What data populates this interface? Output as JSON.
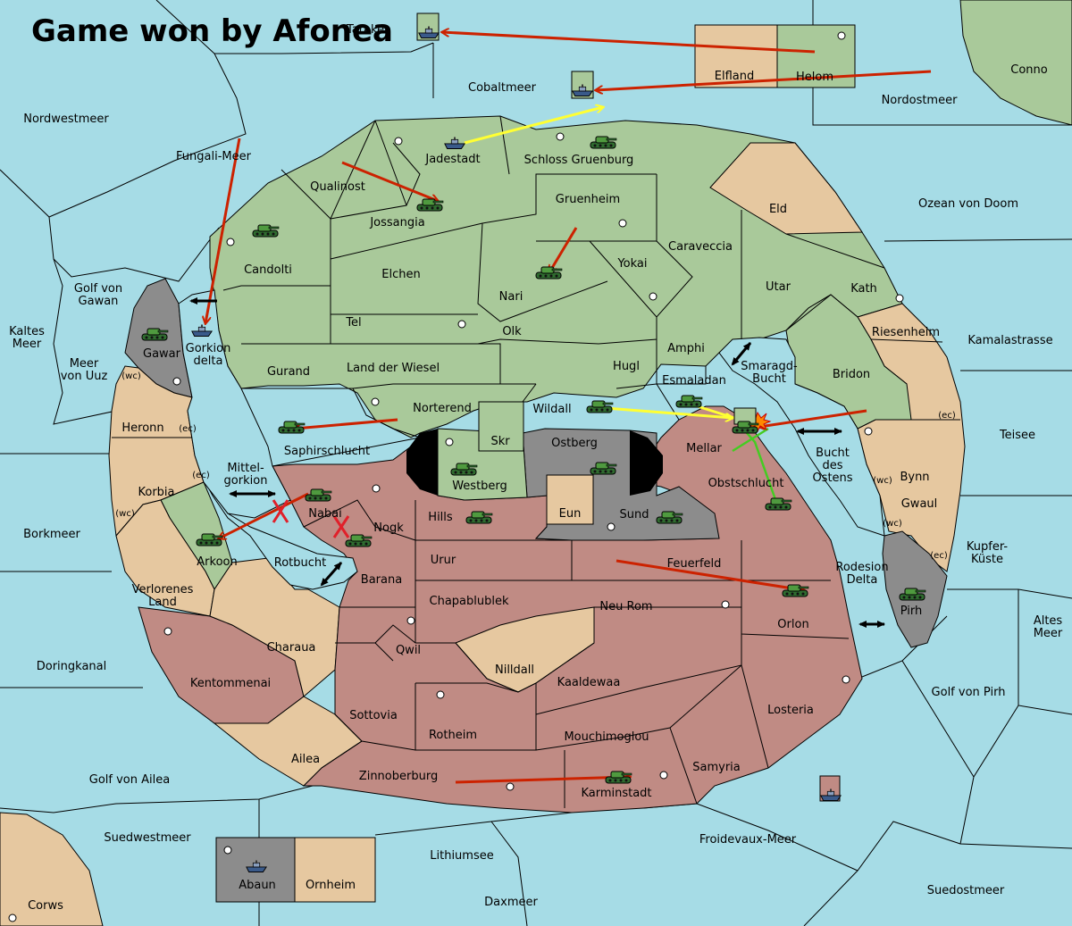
{
  "title": "Game won by Afonea",
  "colors": {
    "sea": "#a6dce6",
    "green_power": "#a9c99a",
    "red_power": "#c08b84",
    "grey_power": "#8c8c8c",
    "neutral": "#e6c8a0",
    "move_arrow": "#cc2200",
    "support_arrow": "#ffff33",
    "convoy_arrow": "#44cc22"
  },
  "provinces": {
    "Tarakea": "Tarakea",
    "Elfland": "Elfland",
    "Helom": "Helom",
    "Conno": "Conno",
    "Nordwestmeer": "Nordwestmeer",
    "Cobaltmeer": "Cobaltmeer",
    "Nordostmeer": "Nordostmeer",
    "Fungali_Meer": "Fungali-Meer",
    "Jadestadt": "Jadestadt",
    "Schloss_Gruenburg": "Schloss Gruenburg",
    "Qualinost": "Qualinost",
    "Jossangia": "Jossangia",
    "Gruenheim": "Gruenheim",
    "Eld": "Eld",
    "Ozean_von_Doom": "Ozean von Doom",
    "Candolti": "Candolti",
    "Caraveccia": "Caraveccia",
    "Elchen": "Elchen",
    "Yokai": "Yokai",
    "Golf_von_Gawan": "Golf von\nGawan",
    "Nari": "Nari",
    "Utar": "Utar",
    "Kath": "Kath",
    "Kaltes_Meer": "Kaltes\nMeer",
    "Tel": "Tel",
    "Olk": "Olk",
    "Gorkion_delta": "Gorkion\ndelta",
    "Riesenheim": "Riesenheim",
    "Kamalastrasse": "Kamalastrasse",
    "Amphi": "Amphi",
    "Gawar": "Gawar",
    "Meer_von_Uuz": "Meer\nvon Uuz",
    "Gurand": "Gurand",
    "Land_der_Wiesel": "Land der Wiesel",
    "Hugl": "Hugl",
    "Smaragd_Bucht": "Smaragd-\nBucht",
    "Bridon": "Bridon",
    "Esmaladan": "Esmaladan",
    "Norterend": "Norterend",
    "Wildall": "Wildall",
    "Heronn": "Heronn",
    "Teisee": "Teisee",
    "Saphirschlucht": "Saphirschlucht",
    "Skr": "Skr",
    "Ostberg": "Ostberg",
    "Mellar": "Mellar",
    "Bucht_des_Ostens": "Bucht\ndes\nOstens",
    "Mittelgorkion": "Mittel-\ngorkion",
    "Westberg": "Westberg",
    "Bynn": "Bynn",
    "Obstschlucht": "Obstschlucht",
    "Korbia": "Korbia",
    "Gwaul": "Gwaul",
    "Nabai": "Nabai",
    "Eun": "Eun",
    "Hills": "Hills",
    "Sund": "Sund",
    "Nogk": "Nogk",
    "Borkmeer": "Borkmeer",
    "Kupfer_Kueste": "Kupfer-\nKüste",
    "Urur": "Urur",
    "Feuerfeld": "Feuerfeld",
    "Arkoon": "Arkoon",
    "Rotbucht": "Rotbucht",
    "Rodesion_Delta": "Rodesion\nDelta",
    "Barana": "Barana",
    "Verlorenes_Land": "Verlorenes\nLand",
    "Chapablublek": "Chapablublek",
    "Neu_Rom": "Neu Rom",
    "Pirh": "Pirh",
    "Orlon": "Orlon",
    "Altes_Meer": "Altes\nMeer",
    "Charaua": "Charaua",
    "Qwil": "Qwil",
    "Doringkanal": "Doringkanal",
    "Nilldall": "Nilldall",
    "Kentommenai": "Kentommenai",
    "Kaaldewaa": "Kaaldewaa",
    "Golf_von_Pirh": "Golf von Pirh",
    "Losteria": "Losteria",
    "Sottovia": "Sottovia",
    "Rotheim": "Rotheim",
    "Mouchimoglou": "Mouchimoglou",
    "Ailea": "Ailea",
    "Samyria": "Samyria",
    "Zinnoberburg": "Zinnoberburg",
    "Golf_von_Ailea": "Golf von Ailea",
    "Karminstadt": "Karminstadt",
    "Suedwestmeer": "Suedwestmeer",
    "Froidevaux_Meer": "Froidevaux-Meer",
    "Lithiumsee": "Lithiumsee",
    "Abaun": "Abaun",
    "Ornheim": "Ornheim",
    "Suedostmeer": "Suedostmeer",
    "Daxmeer": "Daxmeer",
    "Corws": "Corws"
  },
  "coast_marks": {
    "wc": "(wc)",
    "ec": "(ec)"
  }
}
